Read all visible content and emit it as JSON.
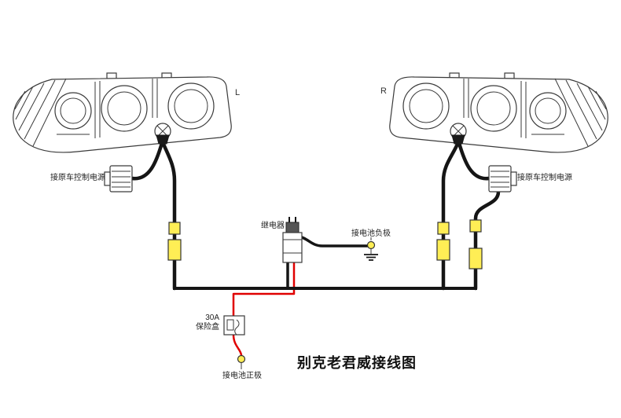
{
  "title": "别克老君威接线图",
  "lamps": {
    "left": {
      "label": "L",
      "power_label": "接原车控制电源"
    },
    "right": {
      "label": "R",
      "power_label": "接原车控制电源"
    }
  },
  "components": {
    "relay": "继电器",
    "battery_negative": "接电池负极",
    "fuse_amp": "30A",
    "fuse_name": "保险盒",
    "battery_positive": "接电池正极"
  },
  "colors": {
    "wire_black": "#151515",
    "wire_red": "#e00000",
    "connector_yellow": "#ffee55",
    "outline": "#3a3a3a"
  }
}
